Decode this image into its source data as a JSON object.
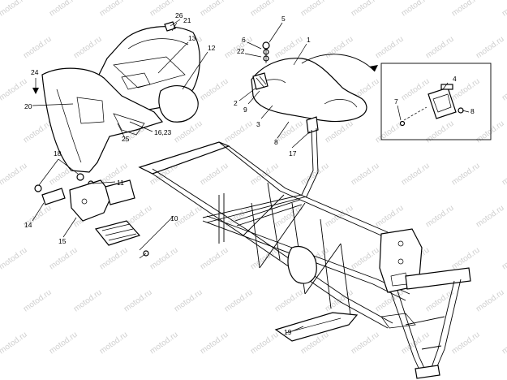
{
  "watermark": "motod.ru",
  "callouts": [
    {
      "id": "c1",
      "text": "1"
    },
    {
      "id": "c2",
      "text": "2"
    },
    {
      "id": "c3",
      "text": "3"
    },
    {
      "id": "c4",
      "text": "4"
    },
    {
      "id": "c5",
      "text": "5"
    },
    {
      "id": "c6",
      "text": "6"
    },
    {
      "id": "c7",
      "text": "7"
    },
    {
      "id": "c8a",
      "text": "8"
    },
    {
      "id": "c8b",
      "text": "8"
    },
    {
      "id": "c9",
      "text": "9"
    },
    {
      "id": "c10",
      "text": "10"
    },
    {
      "id": "c11",
      "text": "11"
    },
    {
      "id": "c12",
      "text": "12"
    },
    {
      "id": "c13",
      "text": "13"
    },
    {
      "id": "c14",
      "text": "14"
    },
    {
      "id": "c15",
      "text": "15"
    },
    {
      "id": "c17",
      "text": "17"
    },
    {
      "id": "c18",
      "text": "18"
    },
    {
      "id": "c19",
      "text": "19"
    },
    {
      "id": "c20",
      "text": "20"
    },
    {
      "id": "c21",
      "text": "21"
    },
    {
      "id": "c22",
      "text": "22"
    },
    {
      "id": "c24",
      "text": "24"
    },
    {
      "id": "c25",
      "text": "25"
    },
    {
      "id": "c26",
      "text": "26"
    },
    {
      "id": "c1623",
      "text": "16,23"
    }
  ]
}
